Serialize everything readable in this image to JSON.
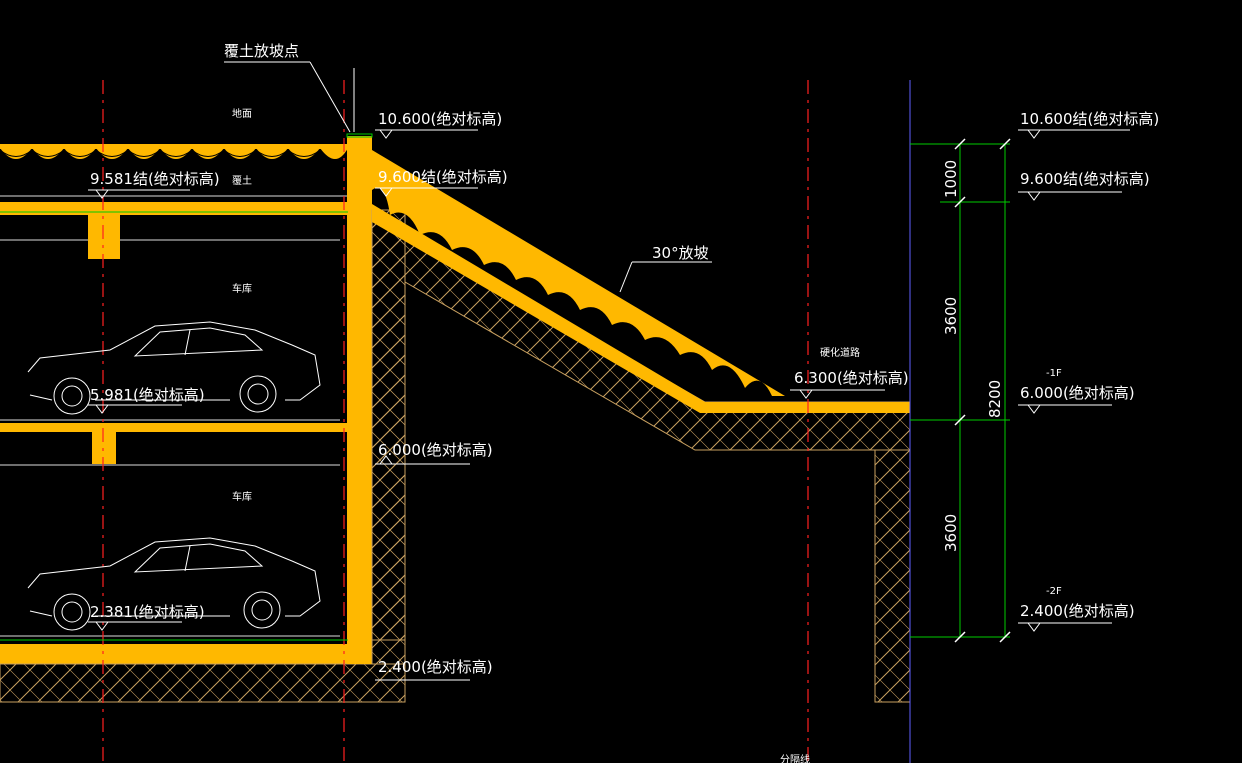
{
  "labels": {
    "fill_slope_point": "覆土放坡点",
    "ground": "地面",
    "soil_cover": "覆土",
    "garage_upper": "车库",
    "garage_lower": "车库",
    "slope_note": "30°放坡",
    "hardened_road": "硬化道路",
    "bottom_cut": "分隔线"
  },
  "elevations_left": {
    "top": "10.600(绝对标高)",
    "structure_top": "9.600结(绝对标高)",
    "inner_slab": "9.581结(绝对标高)",
    "upper_floor": "5.981(绝对标高)",
    "mid_floor": "6.000(绝对标高)",
    "lower_floor": "2.381(绝对标高)",
    "base": "2.400(绝对标高)"
  },
  "elevations_right": {
    "road": "6.300(绝对标高)",
    "top": "10.600结(绝对标高)",
    "structure": "9.600结(绝对标高)",
    "level_1f_tag": "-1F",
    "level_1f": "6.000(绝对标高)",
    "level_2f_tag": "-2F",
    "level_2f": "2.400(绝对标高)"
  },
  "dimensions": {
    "d1": "1000",
    "d2": "3600",
    "d3": "3600",
    "total": "8200"
  },
  "colors": {
    "structure": "#FFB800",
    "hatch": "#C8A060",
    "text": "#FFFFFF",
    "axis": "#FF2020",
    "dim_line": "#00CC00",
    "thin_line": "#FFFFFF",
    "right_line": "#6060FF"
  }
}
